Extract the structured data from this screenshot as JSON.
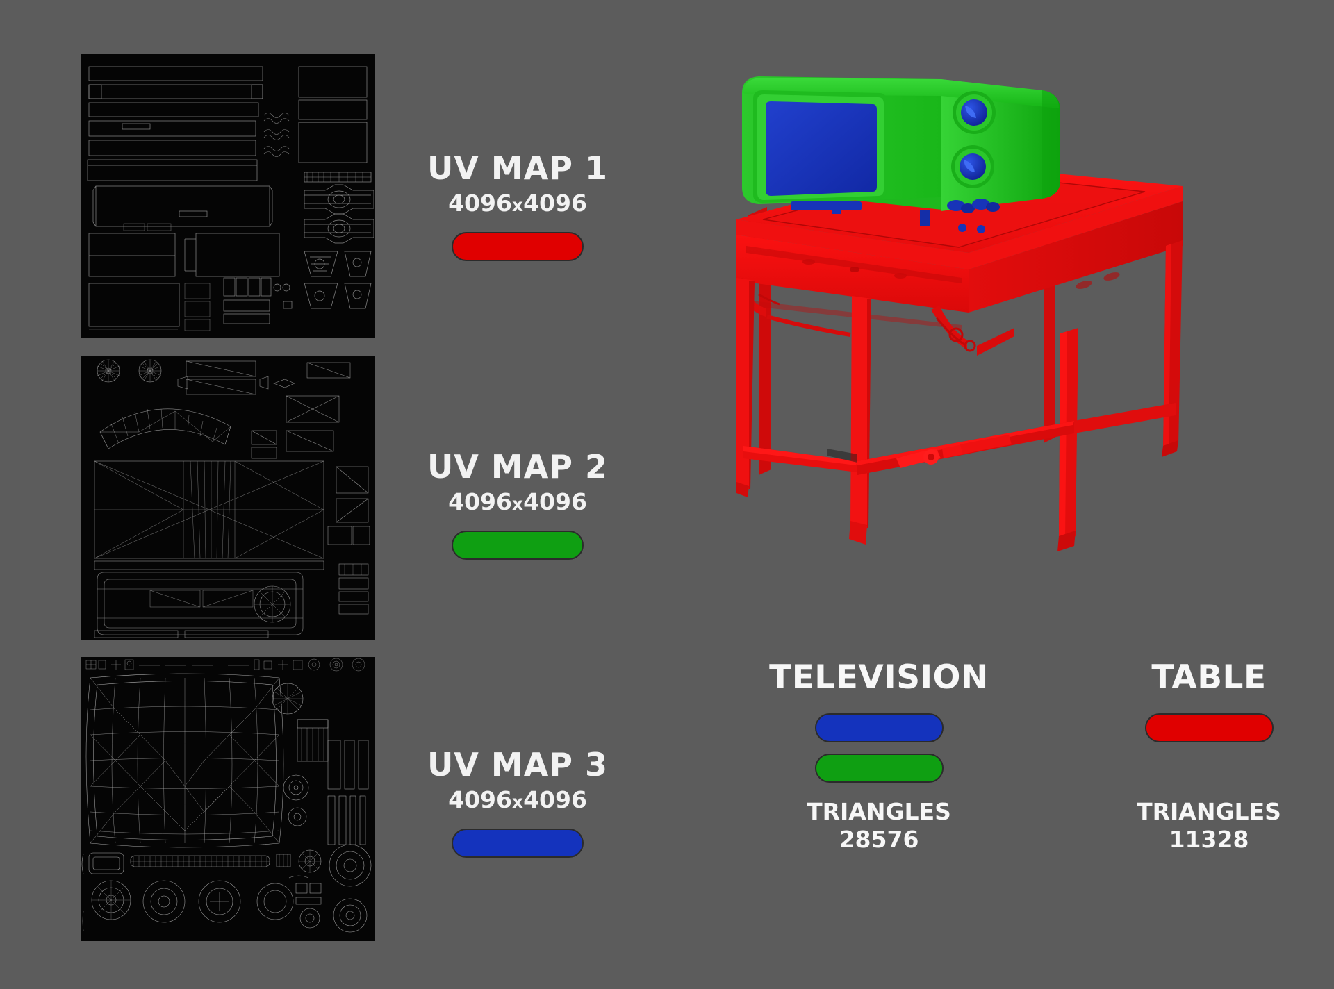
{
  "background_color": "#5c5c5c",
  "uv_maps": [
    {
      "title": "UV MAP 1",
      "resolution_w": "4096",
      "separator": "x",
      "resolution_h": "4096",
      "swatch_color": "#e00000",
      "swatch_name": "red",
      "panel_background": "#050505",
      "wire_color": "#8e8e8e"
    },
    {
      "title": "UV MAP 2",
      "resolution_w": "4096",
      "separator": "x",
      "resolution_h": "4096",
      "swatch_color": "#0f9f12",
      "swatch_name": "green",
      "panel_background": "#050505",
      "wire_color": "#9a9a9a"
    },
    {
      "title": "UV MAP 3",
      "resolution_w": "4096",
      "separator": "x",
      "resolution_h": "4096",
      "swatch_color": "#1433bd",
      "swatch_name": "blue",
      "panel_background": "#050505",
      "wire_color": "#b4b4b4"
    }
  ],
  "viewport": {
    "television_body_color": "#22c422",
    "television_screen_color": "#1633bd",
    "table_color": "#ef0f0f",
    "background_color": "#5c5c5c"
  },
  "objects": [
    {
      "title": "TELEVISION",
      "swatches": [
        {
          "color": "#1433bd",
          "name": "blue"
        },
        {
          "color": "#0f9f12",
          "name": "green"
        }
      ],
      "triangles_label": "TRIANGLES",
      "triangles_count": "28576"
    },
    {
      "title": "TABLE",
      "swatches": [
        {
          "color": "#e00000",
          "name": "red"
        }
      ],
      "triangles_label": "TRIANGLES",
      "triangles_count": "11328"
    }
  ]
}
